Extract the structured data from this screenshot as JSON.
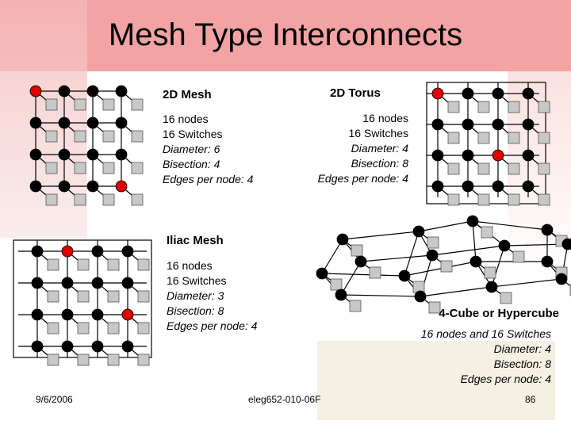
{
  "slide": {
    "title": "Mesh Type Interconnects",
    "mesh": {
      "heading": "2D Mesh",
      "nodes": "16 nodes",
      "switches": "16 Switches",
      "diameter": "Diameter: 6",
      "bisection": "Bisection: 4",
      "edges": "Edges per node: 4"
    },
    "torus": {
      "heading": "2D Torus",
      "nodes": "16 nodes",
      "switches": "16 Switches",
      "diameter": "Diameter: 4",
      "bisection": "Bisection: 8",
      "edges": "Edges per node: 4"
    },
    "illiac": {
      "heading": "Iliac Mesh",
      "nodes": "16 nodes",
      "switches": "16 Switches",
      "diameter": "Diameter: 3",
      "bisection": "Bisection: 8",
      "edges": "Edges per node: 4"
    },
    "hypercube": {
      "heading": "4-Cube or Hypercube",
      "nodes": "16 nodes and 16 Switches",
      "diameter": "Diameter: 4",
      "bisection": "Bisection: 8",
      "edges": "Edges per node: 4"
    },
    "footer": {
      "date": "9/6/2006",
      "course": "eleg652-010-06F",
      "page": "86"
    },
    "colors": {
      "node": "#000000",
      "highlight": "#e00000",
      "switch": "#c8c8c8",
      "accent_band": "#f3a3a3"
    }
  }
}
